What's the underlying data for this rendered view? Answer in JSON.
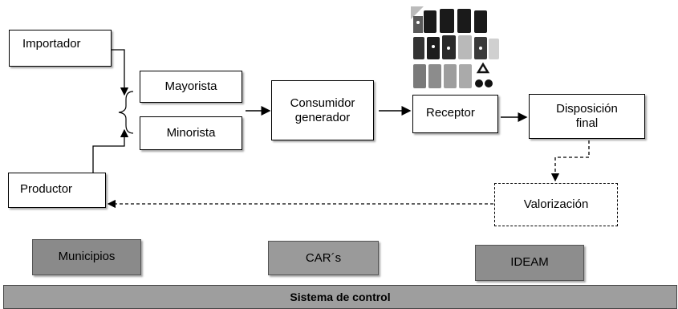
{
  "nodes": {
    "importador": "Importador",
    "productor": "Productor",
    "mayorista": "Mayorista",
    "minorista": "Minorista",
    "consumidor_line1": "Consumidor",
    "consumidor_line2": "generador",
    "receptor": "Receptor",
    "disposicion_line1": "Disposición",
    "disposicion_line2": "final",
    "valorizacion": "Valorización"
  },
  "entities": {
    "municipios": "Municipios",
    "cars": "CAR´s",
    "ideam": "IDEAM"
  },
  "footer": {
    "sistema": "Sistema de control"
  },
  "colors": {
    "entity_fill": "#8f8f8f",
    "footer_fill": "#9e9e9e",
    "line": "#000000"
  },
  "icons": [
    "recycling-bins-image"
  ]
}
